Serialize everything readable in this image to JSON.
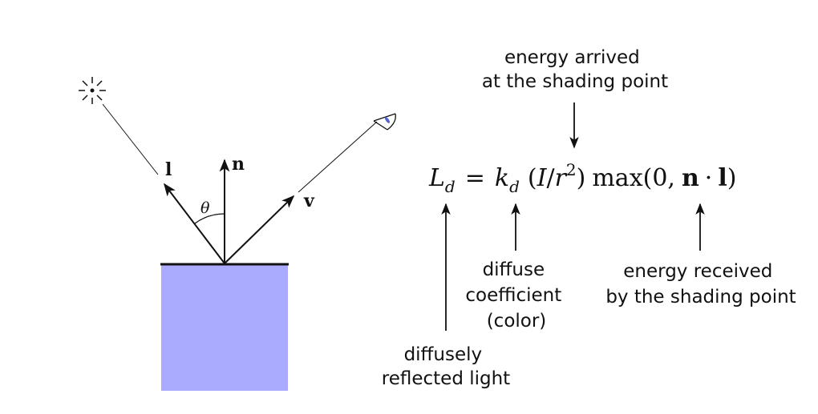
{
  "diagram": {
    "vectors": {
      "light": "l",
      "normal": "n",
      "view": "v"
    },
    "angle_symbol": "θ"
  },
  "equation": {
    "lhs_symbol": "L",
    "lhs_sub": "d",
    "equals": "=",
    "k_symbol": "k",
    "k_sub": "d",
    "intensity_open": "(",
    "intensity_I": "I",
    "intensity_slash": "/",
    "intensity_r": "r",
    "intensity_exp": "2",
    "intensity_close": ")",
    "max_func": "max(0,",
    "n_vec": "n",
    "dot": "·",
    "l_vec": "l",
    "max_close": ")"
  },
  "annotations": {
    "energy_arrived": [
      "energy arrived",
      "at the shading point"
    ],
    "diffuse_coefficient": [
      "diffuse",
      "coefficient",
      "(color)"
    ],
    "energy_received": [
      "energy received",
      "by the shading point"
    ],
    "diffusely_reflected": [
      "diffusely",
      "reflected light"
    ]
  },
  "colors": {
    "surface_fill": "#aaaaff",
    "ink": "#111111",
    "eye_accent": "#5566cc"
  },
  "icons": {
    "light_source": "sun-icon",
    "viewer": "eye-icon"
  }
}
